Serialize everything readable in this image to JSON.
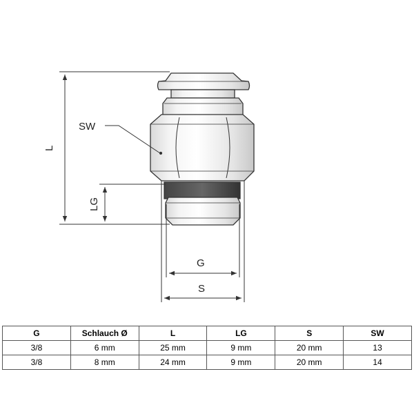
{
  "diagram": {
    "labels": {
      "L": "L",
      "LG": "LG",
      "SW": "SW",
      "G": "G",
      "S": "S"
    }
  },
  "table": {
    "headers": [
      "G",
      "Schlauch Ø",
      "L",
      "LG",
      "S",
      "SW"
    ],
    "rows": [
      [
        "3/8",
        "6 mm",
        "25 mm",
        "9 mm",
        "20 mm",
        "13"
      ],
      [
        "3/8",
        "8 mm",
        "24 mm",
        "9 mm",
        "20 mm",
        "14"
      ]
    ]
  }
}
